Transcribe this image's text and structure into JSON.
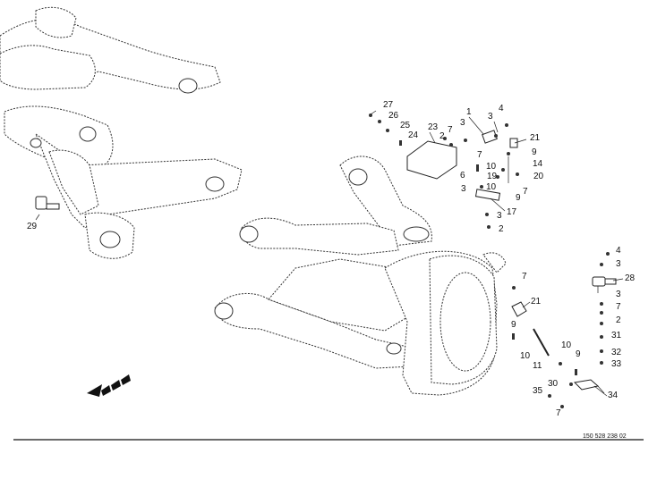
{
  "document_number": "150 528 238 02",
  "callouts": [
    {
      "id": "c27",
      "text": "27"
    },
    {
      "id": "c26",
      "text": "26"
    },
    {
      "id": "c25",
      "text": "25"
    },
    {
      "id": "c24",
      "text": "24"
    },
    {
      "id": "c23",
      "text": "23"
    },
    {
      "id": "c2a",
      "text": "2"
    },
    {
      "id": "c7a",
      "text": "7"
    },
    {
      "id": "c1",
      "text": "1"
    },
    {
      "id": "c3a",
      "text": "3"
    },
    {
      "id": "c3b",
      "text": "3"
    },
    {
      "id": "c4a",
      "text": "4"
    },
    {
      "id": "c21a",
      "text": "21"
    },
    {
      "id": "c9a",
      "text": "9"
    },
    {
      "id": "c7b",
      "text": "7"
    },
    {
      "id": "c10a",
      "text": "10"
    },
    {
      "id": "c14",
      "text": "14"
    },
    {
      "id": "c6",
      "text": "6"
    },
    {
      "id": "c19",
      "text": "19"
    },
    {
      "id": "c20",
      "text": "20"
    },
    {
      "id": "c10b",
      "text": "10"
    },
    {
      "id": "c3c",
      "text": "3"
    },
    {
      "id": "c9b",
      "text": "9"
    },
    {
      "id": "c7c",
      "text": "7"
    },
    {
      "id": "c17",
      "text": "17"
    },
    {
      "id": "c3d",
      "text": "3"
    },
    {
      "id": "c2b",
      "text": "2"
    },
    {
      "id": "c29",
      "text": "29"
    },
    {
      "id": "c4b",
      "text": "4"
    },
    {
      "id": "c3e",
      "text": "3"
    },
    {
      "id": "c28",
      "text": "28"
    },
    {
      "id": "c7d",
      "text": "7"
    },
    {
      "id": "c21b",
      "text": "21"
    },
    {
      "id": "c3f",
      "text": "3"
    },
    {
      "id": "c7e",
      "text": "7"
    },
    {
      "id": "c2c",
      "text": "2"
    },
    {
      "id": "c9c",
      "text": "9"
    },
    {
      "id": "c31",
      "text": "31"
    },
    {
      "id": "c10c",
      "text": "10"
    },
    {
      "id": "c32",
      "text": "32"
    },
    {
      "id": "c10d",
      "text": "10"
    },
    {
      "id": "c11",
      "text": "11"
    },
    {
      "id": "c9d",
      "text": "9"
    },
    {
      "id": "c33",
      "text": "33"
    },
    {
      "id": "c30",
      "text": "30"
    },
    {
      "id": "c35",
      "text": "35"
    },
    {
      "id": "c34",
      "text": "34"
    },
    {
      "id": "c7f",
      "text": "7"
    }
  ]
}
